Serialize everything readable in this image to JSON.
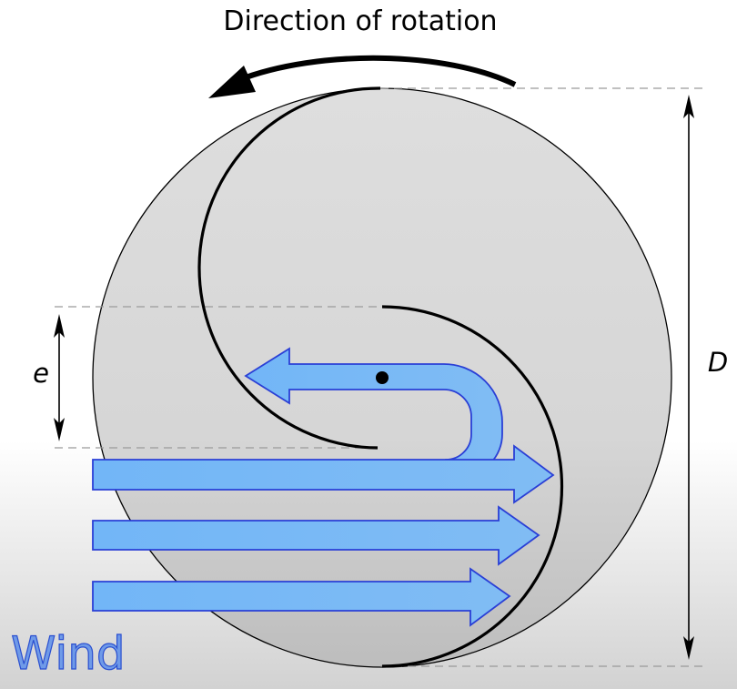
{
  "diagram": {
    "title": "Direction of rotation",
    "dimension_diameter": "D",
    "dimension_overlap": "e",
    "flow_label": "Wind"
  },
  "colors": {
    "rotor_fill": "#dcdcdc",
    "blade_stroke": "#000000",
    "arrow_fill": "#7ab8f5",
    "arrow_stroke": "#2a3fd6",
    "wind_label": "#6f9ae8",
    "dashed_guide": "#999999"
  }
}
